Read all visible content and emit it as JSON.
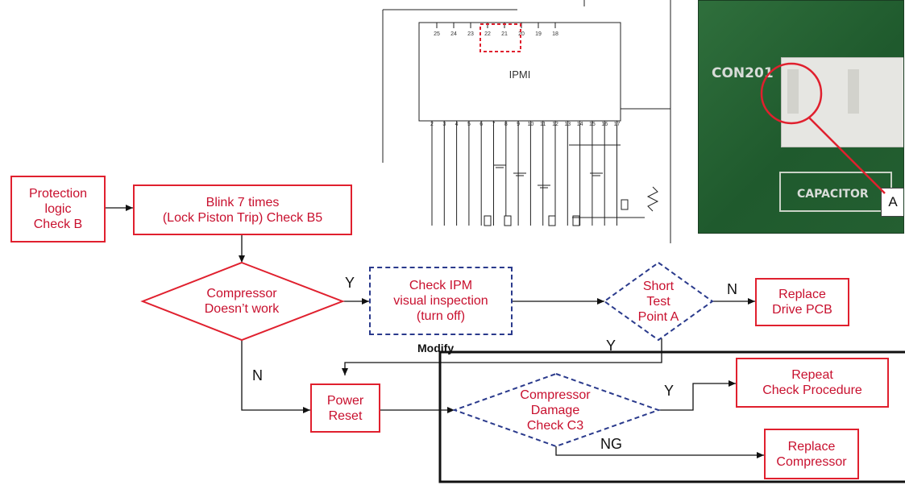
{
  "diagram": {
    "nodes": {
      "protection_logic": "Protection\nlogic\nCheck B",
      "blink": "Blink 7 times\n(Lock Piston Trip) Check B5",
      "compressor_doesnt_work": "Compressor\nDoesn’t work",
      "check_ipm": "Check IPM\nvisual inspection\n(turn off)",
      "short_test": "Short\nTest\nPoint A",
      "replace_drive_pcb": "Replace\nDrive PCB",
      "power_reset": "Power\nReset",
      "compressor_damage": "Compressor\nDamage\nCheck C3",
      "repeat_check": "Repeat\nCheck Procedure",
      "replace_compressor": "Replace\nCompressor"
    },
    "edge_labels": {
      "yes_1": "Y",
      "no_1": "N",
      "no_2": "N",
      "yes_2": "Y",
      "yes_3": "Y",
      "ng": "NG"
    },
    "modify_label": "Modify"
  },
  "schematic": {
    "chip_label": "IPMI",
    "top_pins": [
      "25",
      "24",
      "23",
      "22",
      "21",
      "20",
      "19",
      "18"
    ],
    "bottom_pins": [
      "2",
      "3",
      "4",
      "5",
      "6",
      "7",
      "8",
      "9",
      "10",
      "11",
      "12",
      "13",
      "14",
      "15",
      "16",
      "17"
    ]
  },
  "photo": {
    "connector_label": "CON201",
    "capacitor_label": "CAPACITOR",
    "callout": "A"
  },
  "colors": {
    "red_border": "#e0202e",
    "red_text": "#c8102e",
    "blue_dashed": "#2a3a8c",
    "pcb_green": "#2f6f3c"
  }
}
